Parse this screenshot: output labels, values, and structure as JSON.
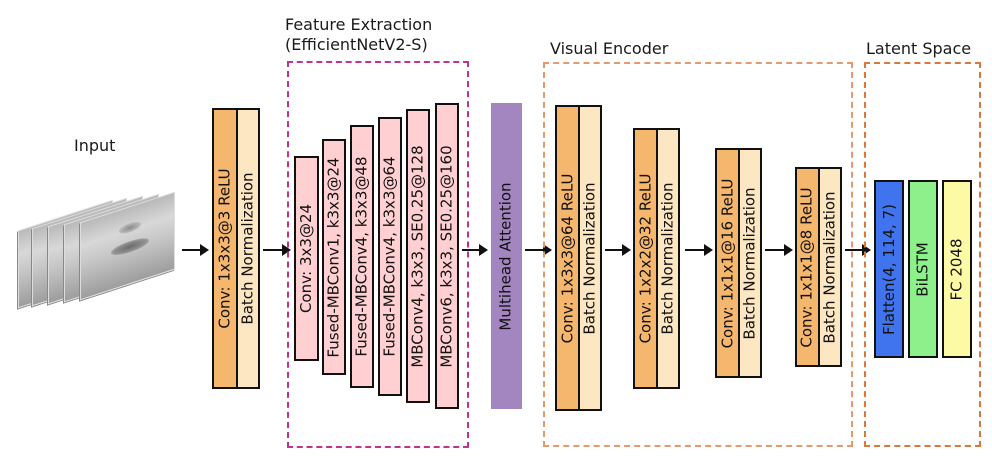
{
  "diagram": {
    "input": {
      "label": "Input",
      "image": "stack of grayscale mouth-region video frames",
      "frame_count": 5
    },
    "stem": {
      "conv": "Conv: 1x3x3@3 ReLU",
      "bn": "Batch Normalization"
    },
    "feature_extraction": {
      "title_line1": "Feature Extraction",
      "title_line2": "(EfficientNetV2-S)",
      "color": "#c0348e",
      "layers": [
        "Conv: 3x3@24",
        "Fused-MBConv1, k3x3@24",
        "Fused-MBConv4, k3x3@48",
        "Fused-MBConv4, k3x3@64",
        "MBConv4, k3x3, SE0.25@128",
        "MBConv6, k3x3, SE0.25@160"
      ]
    },
    "attention": {
      "label": "Multihead Attention",
      "color": "#a386c0"
    },
    "visual_encoder": {
      "title": "Visual Encoder",
      "color": "#e49a6e",
      "blocks": [
        {
          "conv": "Conv: 1x3x3@64 ReLU",
          "bn": "Batch Normalization"
        },
        {
          "conv": "Conv: 1x2x2@32 ReLU",
          "bn": "Batch Normalization"
        },
        {
          "conv": "Conv: 1x1x1@16 ReLU",
          "bn": "Batch Normalization"
        },
        {
          "conv": "Conv: 1x1x1@8 ReLU",
          "bn": "Batch Normalization"
        }
      ]
    },
    "latent_space": {
      "title": "Latent Space",
      "color": "#d9783e",
      "layers": [
        {
          "label": "Flatten(4, 114, 7)",
          "color": "#3f74ee"
        },
        {
          "label": "BiLSTM",
          "color": "#8ef08a"
        },
        {
          "label": "FC 2048",
          "color": "#fdfaa6"
        }
      ]
    },
    "colors": {
      "conv": "#f5b66e",
      "batch_norm": "#fde7c2",
      "feature_block": "#ffcfd1"
    }
  }
}
